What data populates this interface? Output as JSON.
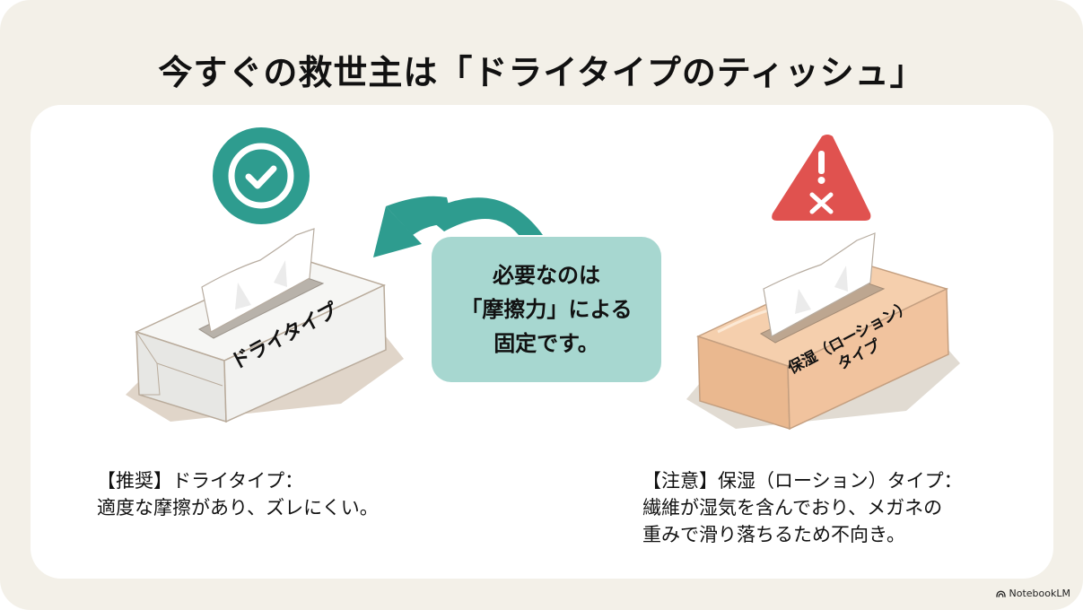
{
  "title": "今すぐの救世主は「ドライタイプのティッシュ」",
  "colors": {
    "background": "#f3f0e8",
    "panel": "#ffffff",
    "teal": "#2e9c8f",
    "callout": "#a7d7d0",
    "warning_red": "#e0524f",
    "dry_box": "#f4f4f2",
    "lotion_box": "#f1c8a4"
  },
  "left": {
    "status_icon": "check-circle-icon",
    "box_label": "ドライタイプ",
    "caption_line1": "【推奨】ドライタイプ：",
    "caption_line2": "適度な摩擦があり、ズレにくい。"
  },
  "center": {
    "arrow_icon": "curved-arrow-left-icon",
    "callout_line1": "必要なのは",
    "callout_line2": "「摩擦力」による",
    "callout_line3": "固定です。"
  },
  "right": {
    "status_icon": "warning-x-icon",
    "box_label_line1": "保湿（ローション）",
    "box_label_line2": "タイプ",
    "caption_line1": "【注意】保湿（ローション）タイプ：",
    "caption_line2": "繊維が湿気を含んでおり、メガネの",
    "caption_line3": "重みで滑り落ちるため不向き。"
  },
  "footer": {
    "brand": "NotebookLM"
  }
}
